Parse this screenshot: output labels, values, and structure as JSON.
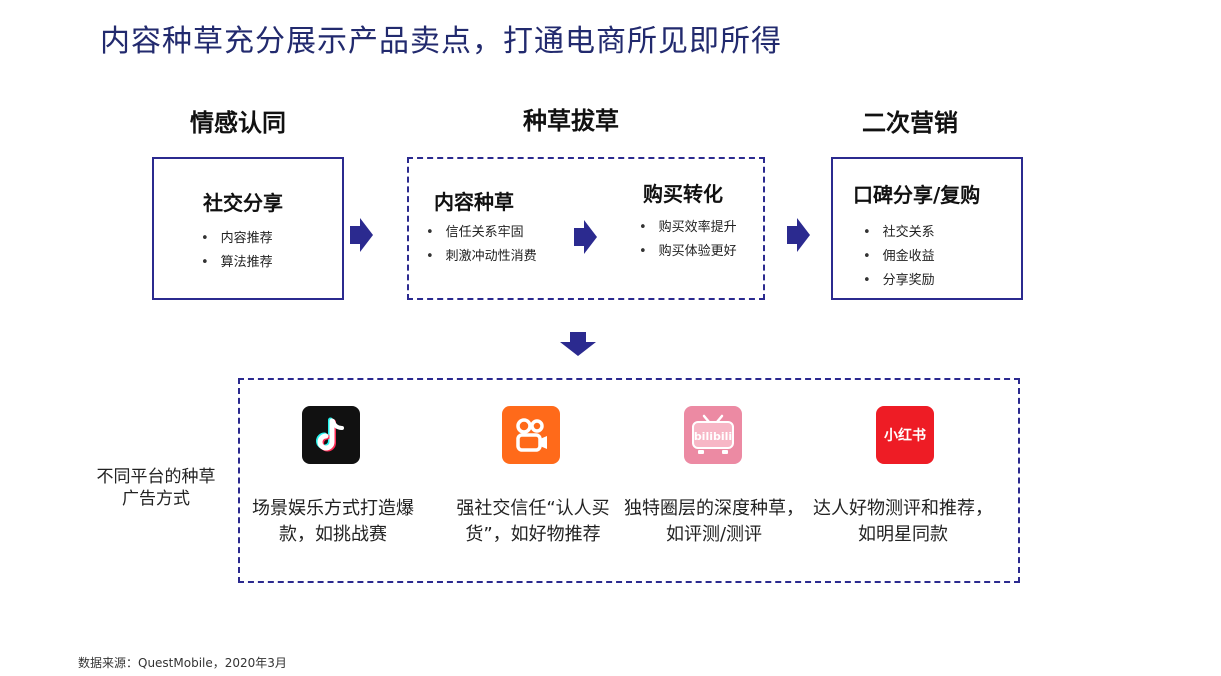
{
  "title": "内容种草充分展示产品卖点，打通电商所见即所得",
  "stages": {
    "left": "情感认同",
    "middle": "种草拔草",
    "right": "二次营销"
  },
  "box_social": {
    "title": "社交分享",
    "items": [
      "内容推荐",
      "算法推荐"
    ]
  },
  "box_content": {
    "title": "内容种草",
    "items": [
      "信任关系牢固",
      "刺激冲动性消费"
    ]
  },
  "box_purchase": {
    "title": "购买转化",
    "items": [
      "购买效率提升",
      "购买体验更好"
    ]
  },
  "box_reputation": {
    "title": "口碑分享/复购",
    "items": [
      "社交关系",
      "佣金收益",
      "分享奖励"
    ]
  },
  "platform_label": "不同平台的种草广告方式",
  "platforms": [
    {
      "icon": "douyin-logo-icon",
      "color": "#111111",
      "desc": "场景娱乐方式打造爆款，如挑战赛"
    },
    {
      "icon": "kuaishou-logo-icon",
      "color": "#ff6a1a",
      "desc": "强社交信任“认人买货”，如好物推荐"
    },
    {
      "icon": "bilibili-logo-icon",
      "color": "#ec8aa3",
      "desc": "独特圈层的深度种草，如评测/测评",
      "logo_text": "bilibili"
    },
    {
      "icon": "xiaohongshu-logo-icon",
      "color": "#ee1c25",
      "desc": "达人好物测评和推荐，如明星同款",
      "logo_text": "小红书"
    }
  ],
  "source": "数据来源：QuestMobile，2020年3月",
  "colors": {
    "accent": "#2b2a8f",
    "title": "#222a6e"
  }
}
